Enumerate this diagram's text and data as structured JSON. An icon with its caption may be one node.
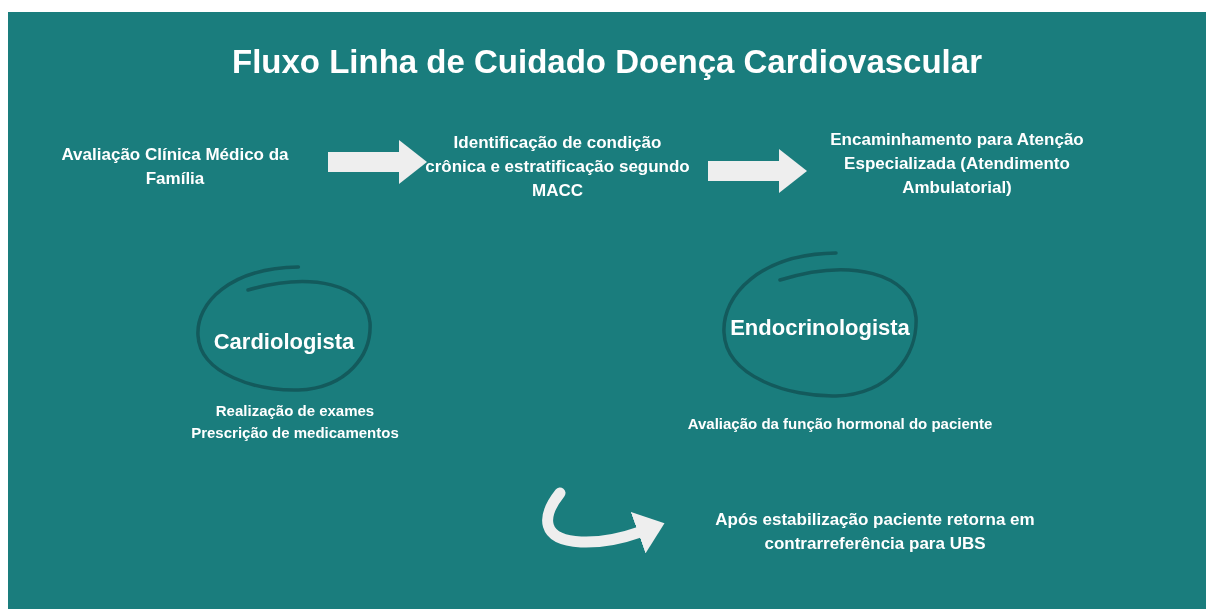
{
  "diagram": {
    "title": "Fluxo Linha de Cuidado Doença Cardiovascular",
    "nodes": [
      {
        "text": [
          "Avaliação Clínica Médico da Família"
        ]
      },
      {
        "text": [
          "Identificação de condição crônica e estratificação segundo MACC"
        ]
      },
      {
        "text": [
          "Encaminhamento para Atenção Especializada (Atendimento Ambulatorial)"
        ]
      },
      {
        "text": [
          "Cardiologista"
        ],
        "beside": [
          "Realização de exames",
          "Prescrição de medicamentos"
        ]
      },
      {
        "text": [
          "Endocrinologista"
        ],
        "beside": [
          "Avaliação da função hormonal do paciente"
        ]
      },
      {
        "text": [
          "Após estabilização paciente retorna em contrarreferência para UBS"
        ]
      }
    ],
    "edges": [
      {
        "from": 0,
        "to": 1,
        "arrow": "to"
      },
      {
        "from": 1,
        "to": 2,
        "arrow": "to"
      },
      {
        "from": null,
        "to": 5,
        "arrow": "to"
      }
    ]
  }
}
